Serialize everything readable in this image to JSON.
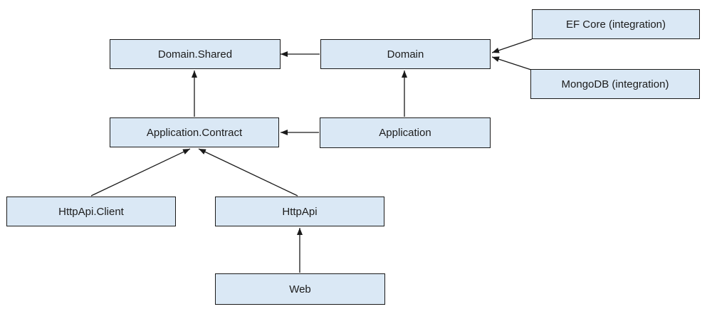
{
  "diagram": {
    "nodes": [
      {
        "id": "domain-shared",
        "label": "Domain.Shared"
      },
      {
        "id": "domain",
        "label": "Domain"
      },
      {
        "id": "ef-core",
        "label": "EF Core (integration)"
      },
      {
        "id": "mongodb",
        "label": "MongoDB (integration)"
      },
      {
        "id": "application-contract",
        "label": "Application.Contract"
      },
      {
        "id": "application",
        "label": "Application"
      },
      {
        "id": "httpapi-client",
        "label": "HttpApi.Client"
      },
      {
        "id": "httpapi",
        "label": "HttpApi"
      },
      {
        "id": "web",
        "label": "Web"
      }
    ],
    "edges": [
      {
        "from": "Domain",
        "to": "Domain.Shared"
      },
      {
        "from": "Application.Contract",
        "to": "Domain.Shared"
      },
      {
        "from": "Application",
        "to": "Domain"
      },
      {
        "from": "Application",
        "to": "Application.Contract"
      },
      {
        "from": "EF Core (integration)",
        "to": "Domain"
      },
      {
        "from": "MongoDB (integration)",
        "to": "Domain"
      },
      {
        "from": "HttpApi.Client",
        "to": "Application.Contract"
      },
      {
        "from": "HttpApi",
        "to": "Application.Contract"
      },
      {
        "from": "Web",
        "to": "HttpApi"
      }
    ],
    "colors": {
      "background": "#ffffff",
      "node_fill": "#dae8f5",
      "node_border": "#1a1a1a",
      "arrow": "#1a1a1a",
      "text": "#1c1c1c"
    }
  }
}
